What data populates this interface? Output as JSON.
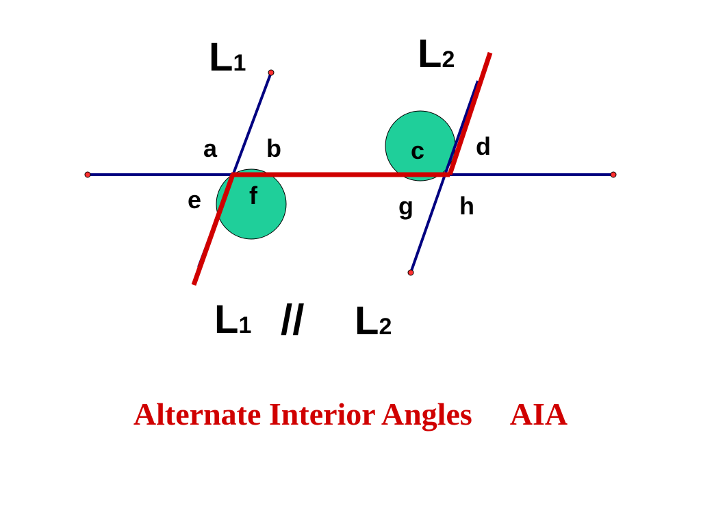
{
  "labels": {
    "top_left_line": {
      "letter": "L",
      "subscript": "1"
    },
    "top_right_line": {
      "letter": "L",
      "subscript": "2"
    },
    "angles": {
      "a": "a",
      "b": "b",
      "c": "c",
      "d": "d",
      "e": "e",
      "f": "f",
      "g": "g",
      "h": "h"
    },
    "statement": {
      "left": {
        "letter": "L",
        "subscript": "1"
      },
      "symbol": "//",
      "right": {
        "letter": "L",
        "subscript": "2"
      }
    }
  },
  "caption": {
    "text": "Alternate Interior Angles",
    "abbreviation": "AIA"
  },
  "colors": {
    "transversal": "#000080",
    "highlight": "#d00000",
    "angle_fill": "#1fcf9a",
    "point": "#ff3030",
    "caption": "#d00000"
  }
}
